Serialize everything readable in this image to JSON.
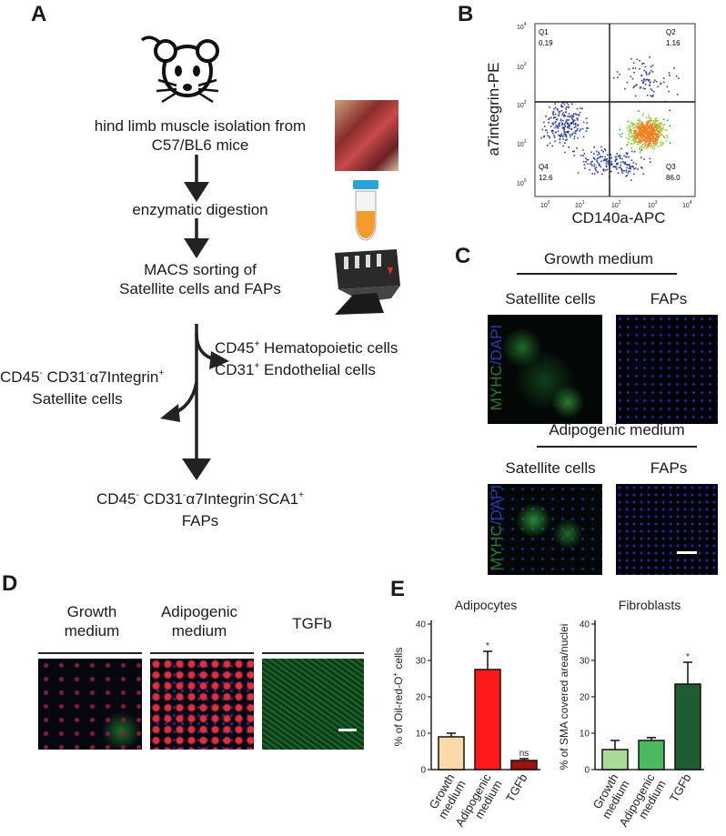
{
  "panels": {
    "a": {
      "label": "A",
      "step1_line1": "hind limb muscle isolation from",
      "step1_line2": "C57/BL6 mice",
      "step2": "enzymatic digestion",
      "step3_line1": "MACS sorting of",
      "step3_line2": "Satellite cells and FAPs",
      "branch_right_1": "CD45",
      "branch_right_1b": " Hematopoietic cells",
      "branch_right_2": "CD31",
      "branch_right_2b": " Endothelial cells",
      "sup_plus": "+",
      "sup_minus": "-",
      "left_a": "CD45",
      "left_b": " CD31",
      "left_c": "α7Integrin",
      "left_2": "Satellite cells",
      "bottom_a": "CD45",
      "bottom_b": " CD31",
      "bottom_c": "α7Integrin",
      "bottom_d": "SCA1",
      "bottom_2": "FAPs"
    },
    "b": {
      "label": "B",
      "ylabel": "a7integrin-PE",
      "xlabel": "CD140a-APC",
      "quadrants": [
        {
          "name": "Q1",
          "value": "0.19"
        },
        {
          "name": "Q2",
          "value": "1.16"
        },
        {
          "name": "Q4",
          "value": "12.6"
        },
        {
          "name": "Q3",
          "value": "86.0"
        }
      ],
      "ticks": [
        "10",
        "0",
        "1",
        "2",
        "3",
        "4"
      ]
    },
    "c": {
      "label": "C",
      "growth": "Growth medium",
      "adipo": "Adipogenic medium",
      "sat": "Satellite cells",
      "faps": "FAPs",
      "stain_a": "MYHC",
      "stain_b": "/DAPI"
    },
    "d": {
      "label": "D",
      "col1a": "Growth",
      "col1b": "medium",
      "col2a": "Adipogenic",
      "col2b": "medium",
      "col3": "TGFb"
    },
    "e": {
      "label": "E"
    }
  },
  "chart_data": [
    {
      "type": "bar",
      "title": "Adipocytes",
      "ylabel_a": "% of Oil-red-O",
      "ylabel_sup": "+",
      "ylabel_b": " cells",
      "categories": [
        "Growth medium",
        "Adipogenic medium",
        "TGFb"
      ],
      "cat_lines": [
        [
          "Growth",
          "medium"
        ],
        [
          "Adipogenic",
          "medium"
        ],
        [
          "TGFb"
        ]
      ],
      "values": [
        9,
        27.5,
        2.5
      ],
      "errors": [
        1,
        5,
        0.5
      ],
      "annotations": [
        "",
        "*",
        "ns"
      ],
      "colors": [
        "#fcd9a8",
        "#ff1a1a",
        "#a01010"
      ],
      "ylim": [
        0,
        40
      ],
      "yticks": [
        0,
        10,
        20,
        30,
        40
      ]
    },
    {
      "type": "bar",
      "title": "Fibroblasts",
      "ylabel_a": "% of SMA covered area/nuclei",
      "categories": [
        "Growth medium",
        "Adipogenic medium",
        "TGFb"
      ],
      "cat_lines": [
        [
          "Growth",
          "medium"
        ],
        [
          "Adipogenic",
          "medium"
        ],
        [
          "TGFb"
        ]
      ],
      "values": [
        5.5,
        8,
        23.5
      ],
      "errors": [
        2.5,
        0.8,
        6
      ],
      "annotations": [
        "",
        "",
        "*"
      ],
      "colors": [
        "#a8dc98",
        "#4cb860",
        "#1f5c34"
      ],
      "ylim": [
        0,
        40
      ],
      "yticks": [
        0,
        10,
        20,
        30,
        40
      ]
    }
  ]
}
